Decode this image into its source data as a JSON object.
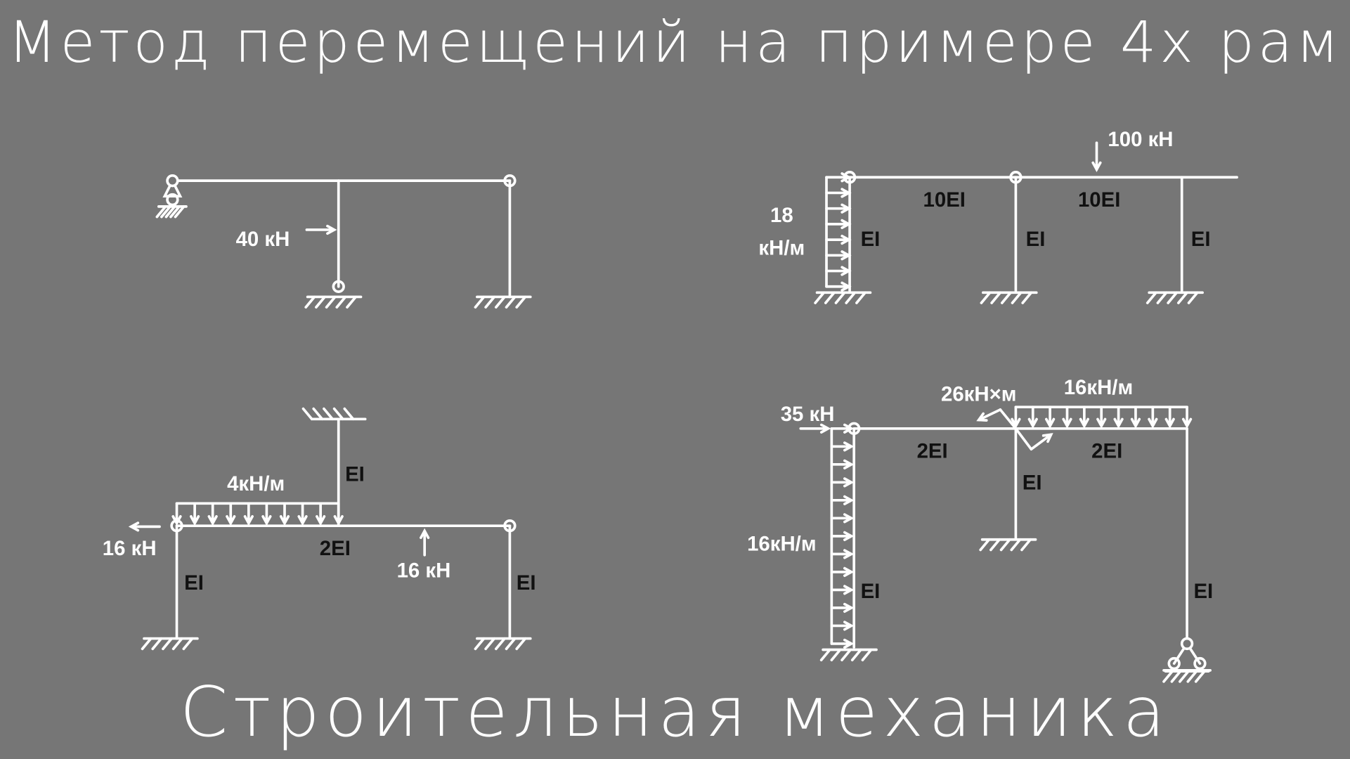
{
  "title": "Метод перемещений на примере 4х рам",
  "subtitle": "Строительная механика",
  "colors": {
    "background": "#767676",
    "lines": "#ffffff",
    "stiffness_labels": "#111111"
  },
  "frames": [
    {
      "labels": {
        "force": "40 кН"
      }
    },
    {
      "labels": {
        "load_value": "18",
        "load_unit": "кН/м",
        "force": "100 кН",
        "beam1": "10EI",
        "beam2": "10EI",
        "col1": "EI",
        "col2": "EI",
        "col3": "EI"
      }
    },
    {
      "labels": {
        "dist_load": "4кН/м",
        "top_col": "EI",
        "beam": "2EI",
        "force_left": "16 кН",
        "force_up": "16 кН",
        "col_left": "EI",
        "col_right": "EI"
      }
    },
    {
      "labels": {
        "force": "35 кН",
        "moment": "26кН×м",
        "dist_beam": "16кН/м",
        "beam1": "2EI",
        "beam2": "2EI",
        "col_mid": "EI",
        "dist_col": "16кН/м",
        "col_left": "EI",
        "col_right": "EI"
      }
    }
  ]
}
